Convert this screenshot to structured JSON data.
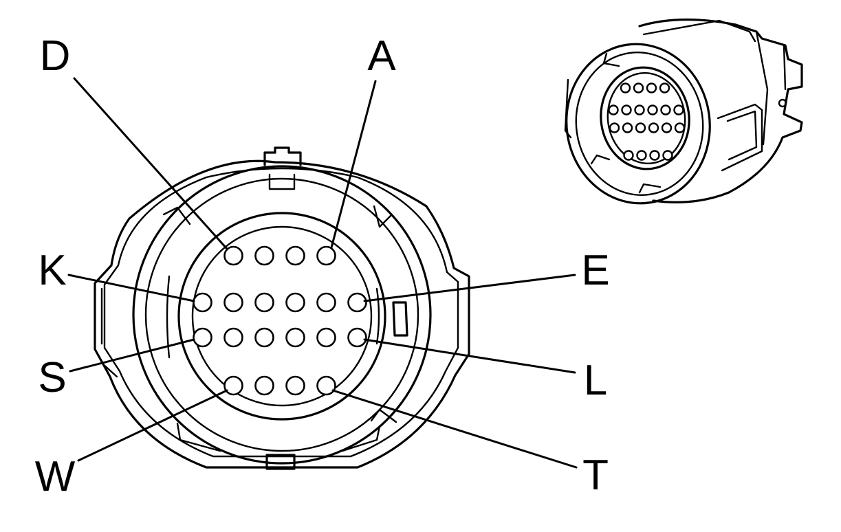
{
  "diagram": {
    "pin_labels": {
      "D": "D",
      "A": "A",
      "K": "K",
      "E": "E",
      "S": "S",
      "L": "L",
      "W": "W",
      "T": "T"
    },
    "pin_rows": [
      4,
      6,
      6,
      4
    ],
    "colors": {
      "line": "#000000",
      "background": "#ffffff"
    }
  }
}
